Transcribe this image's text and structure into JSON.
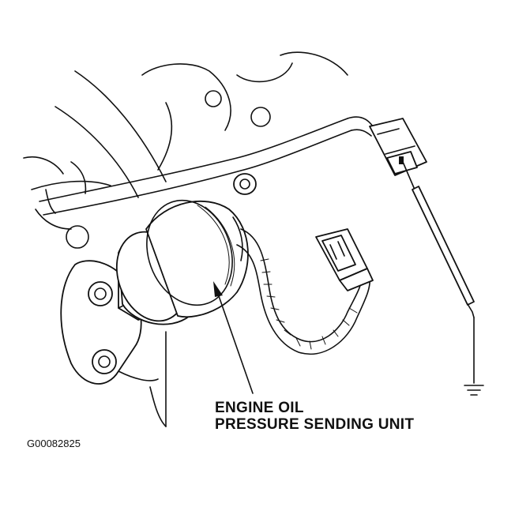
{
  "diagram": {
    "callout_line1": "ENGINE OIL",
    "callout_line2": "PRESSURE SENDING UNIT",
    "figure_id": "G00082825",
    "ink_color": "#111111",
    "background_color": "#ffffff",
    "icons": [
      "ground-symbol-icon",
      "connector-icon"
    ]
  }
}
